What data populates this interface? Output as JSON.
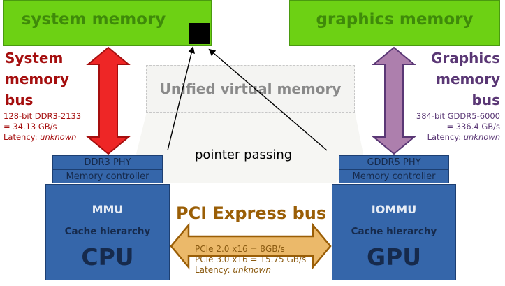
{
  "system_memory": {
    "label": "system memory"
  },
  "graphics_memory": {
    "label": "graphics memory"
  },
  "unified_virtual_memory": {
    "label": "Unified virtual memory"
  },
  "system_bus": {
    "title_lines": [
      "System",
      "memory",
      "bus"
    ],
    "spec": "128-bit DDR3-2133",
    "bandwidth": "= 34.13 GB/s",
    "latency_label": "Latency: ",
    "latency_value": "unknown",
    "color": "#a50e0e",
    "arrow_color": "#ee2626"
  },
  "graphics_bus": {
    "title_lines": [
      "Graphics",
      "memory",
      "bus"
    ],
    "spec": "384-bit GDDR5-6000",
    "bandwidth": "= 336.4 GB/s",
    "latency_label": "Latency: ",
    "latency_value": "unknown",
    "color": "#5a3775",
    "arrow_color": "#ad7fad"
  },
  "pointer_passing": {
    "label": "pointer passing"
  },
  "cpu": {
    "phy": "DDR3 PHY",
    "memory_controller": "Memory controller",
    "mmu": "MMU",
    "cache": "Cache hierarchy",
    "name": "CPU"
  },
  "gpu": {
    "phy": "GDDR5 PHY",
    "memory_controller": "Memory controller",
    "mmu": "IOMMU",
    "cache": "Cache hierarchy",
    "name": "GPU"
  },
  "pci_bus": {
    "title": "PCI Express bus",
    "line1": "PCIe 2.0 x16 = 8GB/s",
    "line2": "PCIe 3.0 x16 = 15.75 GB/s",
    "latency_label": "Latency: ",
    "latency_value": "unknown",
    "arrow_color": "#ebb96a"
  }
}
